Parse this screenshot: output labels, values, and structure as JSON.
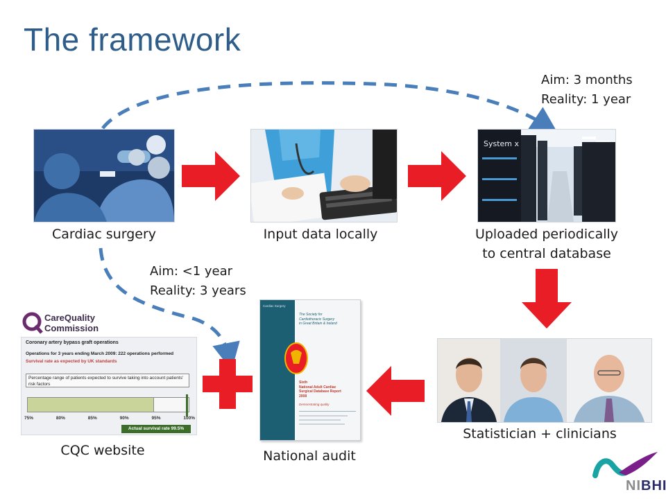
{
  "slide": {
    "title": "The framework"
  },
  "nodes": {
    "surgery": "Cardiac surgery",
    "input": "Input data locally",
    "upload_line1": "Uploaded periodically",
    "upload_line2": "to central database",
    "statistician": "Statistician + clinicians",
    "audit": "National audit",
    "cqc": "CQC website"
  },
  "notes": {
    "upload_aim": "Aim: 3 months",
    "upload_reality": "Reality: 1 year",
    "cqc_aim": "Aim: <1 year",
    "cqc_reality": "Reality: 3 years"
  },
  "server_image": {
    "rack_label": "System x"
  },
  "cqc_image": {
    "logo_line1": "CareQuality",
    "logo_line2": "Commission",
    "heading": "Coronary artery bypass graft operations",
    "operations": "Operations for 3 years ending March 2009: 222 operations performed",
    "survival_expected": "Survival rate as expected by UK standards",
    "box_text": "Percentage range of patients expected to survive taking into account patients' risk factors",
    "ticks": [
      "75%",
      "80%",
      "85%",
      "90%",
      "95%",
      "100%"
    ],
    "actual_rate": "Actual survival rate 99.5%"
  },
  "audit_image": {
    "tab_label": "Cardiac Surgery",
    "society_line1": "The Society for",
    "society_line2": "Cardiothoracic Surgery",
    "society_line3": "in Great Britain & Ireland",
    "report_line1": "Sixth",
    "report_line2": "National Adult Cardiac",
    "report_line3": "Surgical Database Report",
    "report_line4": "2008",
    "tagline": "Demonstrating quality"
  },
  "logo": {
    "text_ni": "NI",
    "text_bhi": "BHI"
  },
  "colors": {
    "title": "#2e5d8a",
    "flow_arrow": "#e81d25",
    "dashed_arrow": "#4a7ebb"
  }
}
